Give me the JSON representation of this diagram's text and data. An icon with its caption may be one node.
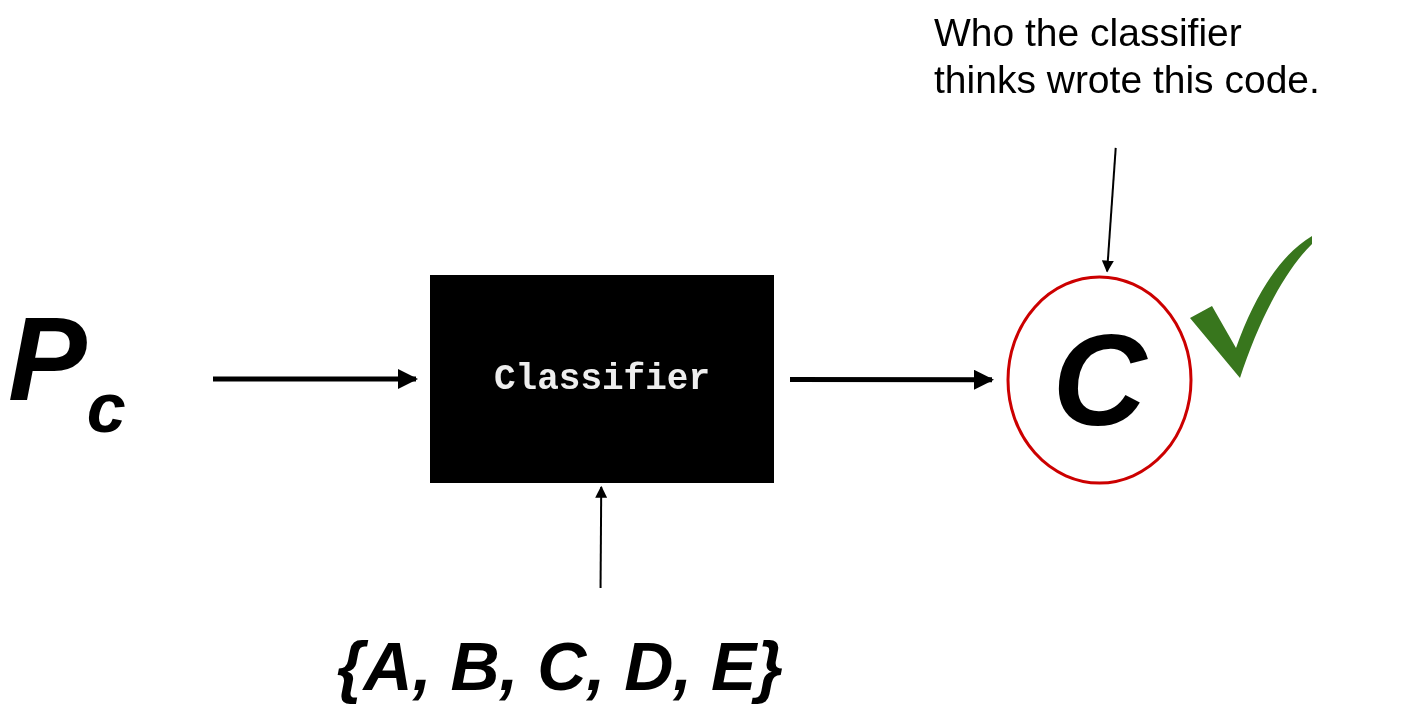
{
  "diagram": {
    "nodes": [
      {
        "text": [
          "P$_{c}$"
        ]
      },
      {
        "text": [
          "Classifier"
        ]
      },
      {
        "text": [
          "C"
        ]
      },
      {
        "text": [
          "{A, B, C, D, E}"
        ]
      },
      {
        "text": [
          "Who the classifier thinks wrote this code."
        ]
      }
    ],
    "edges": [
      {
        "from": 0,
        "to": 1,
        "arrow": "to",
        "style": "thick"
      },
      {
        "from": 1,
        "to": 2,
        "arrow": "to",
        "style": "thick"
      },
      {
        "from": 3,
        "to": 1,
        "arrow": "to"
      },
      {
        "from": 4,
        "to": 2,
        "arrow": "to"
      }
    ]
  }
}
